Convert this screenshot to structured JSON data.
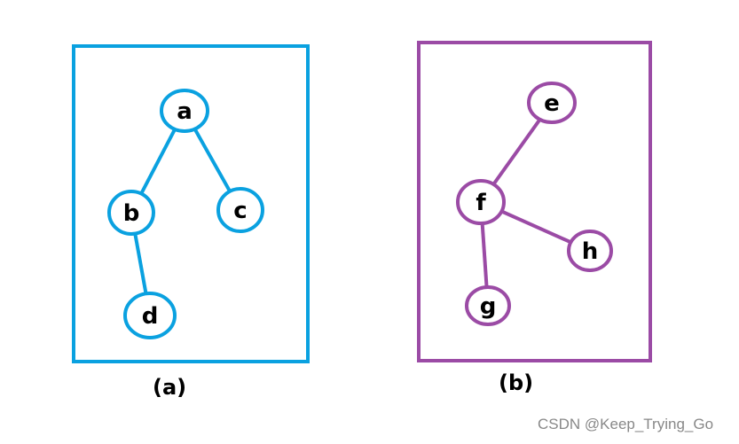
{
  "colors": {
    "tree_a": "#0aa1e0",
    "tree_b": "#9b4ba5"
  },
  "graphs": [
    {
      "name": "tree-a",
      "caption": "(a)",
      "nodes": [
        {
          "id": "a",
          "label": "a"
        },
        {
          "id": "b",
          "label": "b"
        },
        {
          "id": "c",
          "label": "c"
        },
        {
          "id": "d",
          "label": "d"
        }
      ],
      "edges": [
        [
          "a",
          "b"
        ],
        [
          "a",
          "c"
        ],
        [
          "b",
          "d"
        ]
      ]
    },
    {
      "name": "tree-b",
      "caption": "(b)",
      "nodes": [
        {
          "id": "e",
          "label": "e"
        },
        {
          "id": "f",
          "label": "f"
        },
        {
          "id": "g",
          "label": "g"
        },
        {
          "id": "h",
          "label": "h"
        }
      ],
      "edges": [
        [
          "e",
          "f"
        ],
        [
          "f",
          "h"
        ],
        [
          "f",
          "g"
        ]
      ]
    }
  ],
  "watermark": "CSDN @Keep_Trying_Go"
}
